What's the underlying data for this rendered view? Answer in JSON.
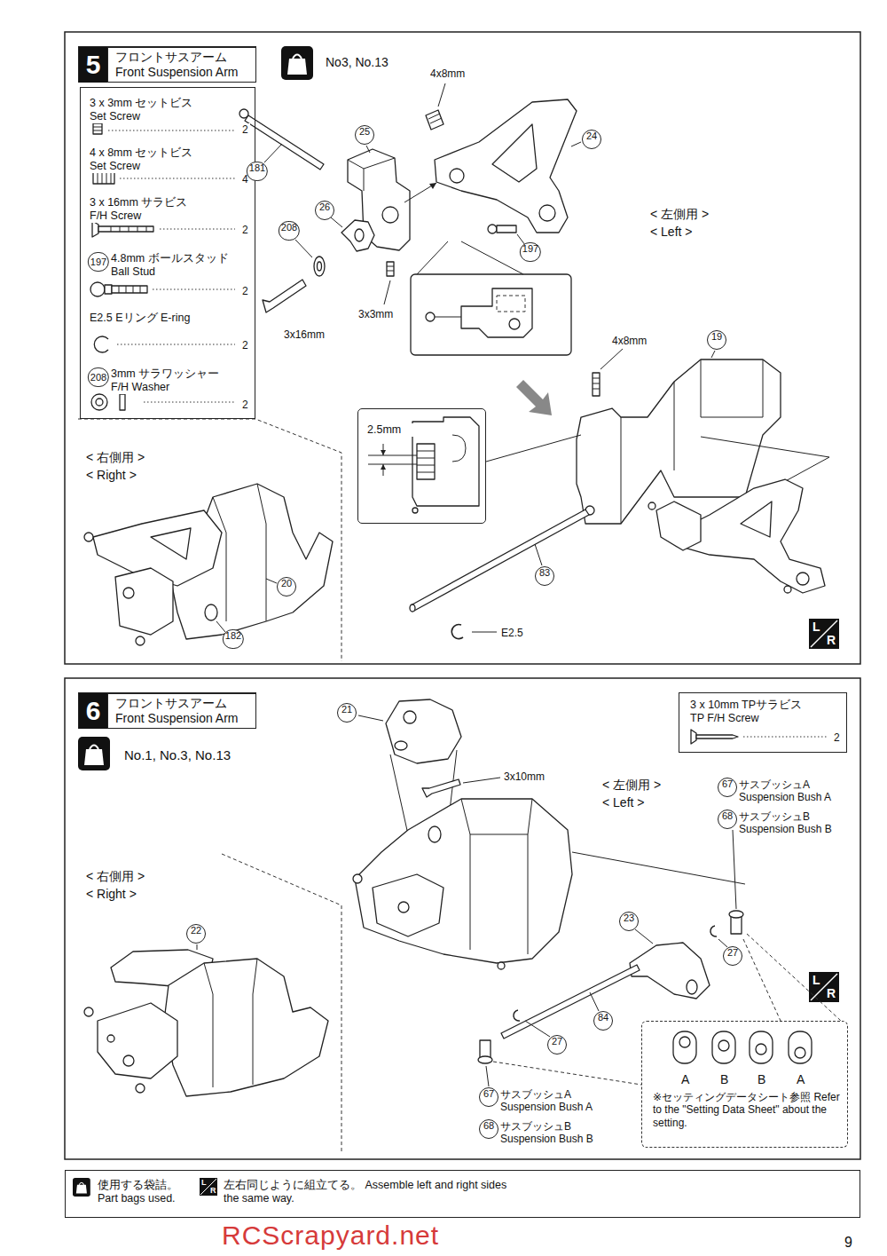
{
  "diagram": {
    "nodes": [
      {
        "text": [
          "5",
          "フロントサスアーム Front Suspension Arm"
        ]
      },
      {
        "text": [
          "3 x 3mm セットビス Set Screw",
          "2",
          "4 x 8mm セットビス Set Screw",
          "4",
          "3 x 16mm サラビス F/H Screw",
          "2",
          "197",
          "4.8mm ボールスタッド Ball Stud",
          "2",
          "E2.5 Eリング E-ring",
          "2",
          "208",
          "3mm サラワッシャー F/H Washer",
          "2"
        ]
      },
      {
        "text": [
          "2.5mm"
        ]
      },
      {
        "text": [
          "6",
          "フロントサスアーム Front Suspension Arm"
        ]
      },
      {
        "text": [
          "3 x 10mm TPサラビス TP F/H Screw",
          "2"
        ]
      },
      {
        "text": [
          "A",
          "B",
          "B",
          "A",
          "※セッティングデータシート参照 Refer to the \"Setting Data Sheet\" about the setting."
        ]
      },
      {
        "text": [
          "使用する袋詰。 Part bags used.",
          "左右同じように組立てる。 Assemble left and right sides the same way."
        ]
      }
    ],
    "labels": [
      "No3, No.13",
      "4x8mm",
      "25",
      "24",
      "181",
      "26",
      "208",
      "197",
      "3x3mm",
      "3x16mm",
      "< 左側用 >",
      "< Left >",
      "4x8mm",
      "19",
      "< 右側用 >",
      "< Right >",
      "20",
      "83",
      "182",
      "E2.5",
      "L",
      "R",
      "21",
      "No.1, No.3, No.13",
      "3x10mm",
      "< 左側用 >",
      "< Left >",
      "67",
      "サスブッシュA Suspension Bush A",
      "68",
      "サスブッシュB Suspension Bush B",
      "< 右側用 >",
      "< Right >",
      "22",
      "23",
      "27",
      "L",
      "R",
      "84",
      "27",
      "67",
      "サスブッシュA Suspension Bush A",
      "68",
      "サスブッシュB Suspension Bush B",
      "L",
      "R",
      "RCScrapyard.net",
      "9"
    ]
  }
}
